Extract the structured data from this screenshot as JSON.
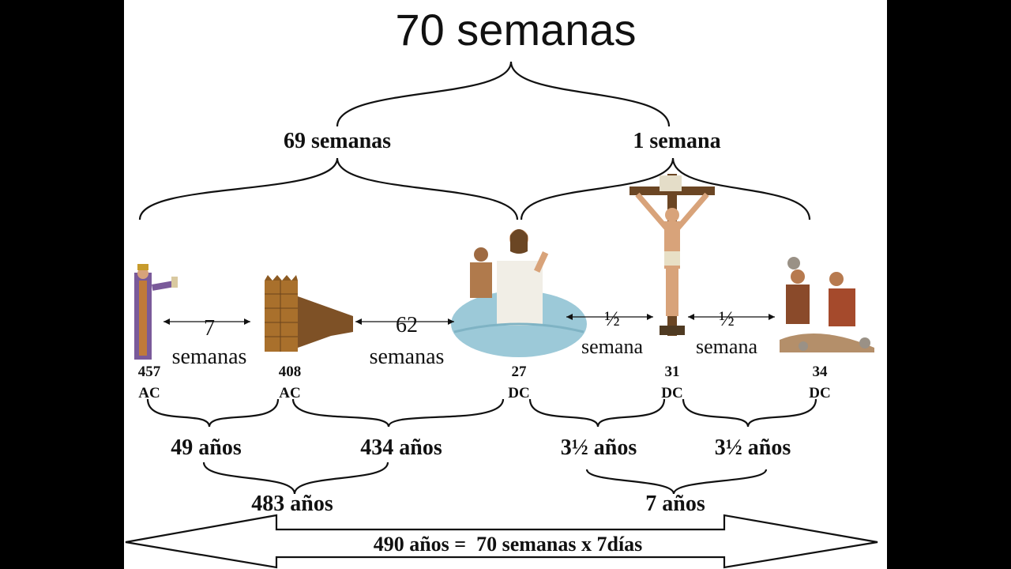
{
  "title": "70 semanas",
  "split": {
    "left": "69 semanas",
    "right": "1 semana"
  },
  "periods": [
    {
      "top": "7",
      "bottom": "semanas"
    },
    {
      "top": "62",
      "bottom": "semanas"
    },
    {
      "top": "½",
      "bottom": "semana"
    },
    {
      "top": "½",
      "bottom": "semana"
    }
  ],
  "dates": [
    {
      "year": "457",
      "era": "AC"
    },
    {
      "year": "408",
      "era": "AC"
    },
    {
      "year": "27",
      "era": "DC"
    },
    {
      "year": "31",
      "era": "DC"
    },
    {
      "year": "34",
      "era": "DC"
    }
  ],
  "years": {
    "p1": "49 años",
    "p2": "434 años",
    "p3": "3½ años",
    "p4": "3½ años",
    "sum_left": "483 años",
    "sum_right": "7 años",
    "total": "490 años =  70 semanas x 7días"
  },
  "colors": {
    "background": "#ffffff",
    "frame": "#000000",
    "ink": "#111111",
    "robe_purple": "#7a5a9a",
    "wall_brown": "#a9702c",
    "water": "#9cc9d8",
    "wood": "#6b4624",
    "skin": "#d8a37a"
  }
}
